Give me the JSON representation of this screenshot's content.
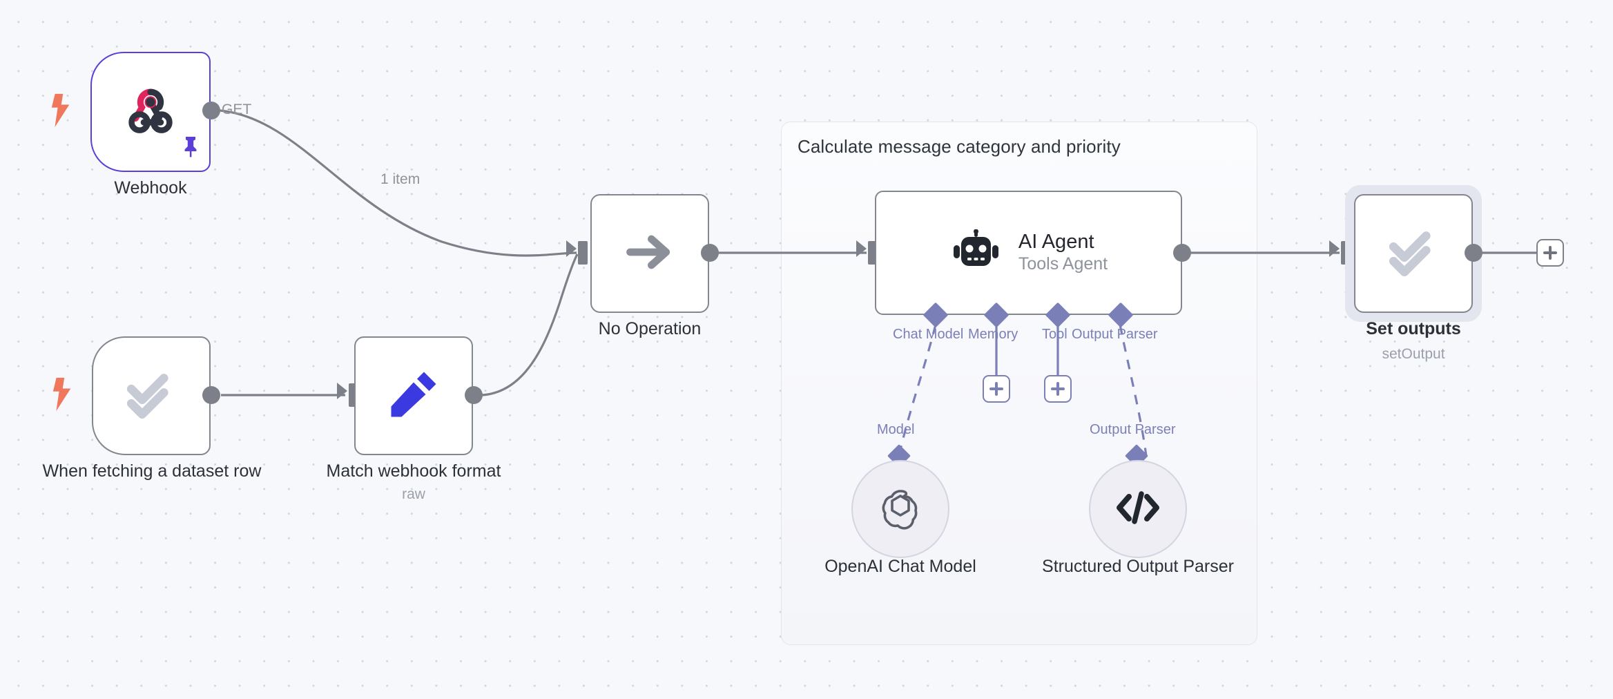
{
  "app": {
    "name": "n8n-workflow-canvas"
  },
  "canvas": {
    "background_color": "#f7f8fb",
    "grid_dot_color": "#d2d5de"
  },
  "colors": {
    "accent_purple": "#5b3fd6",
    "port_purple": "#7b7fb8",
    "node_border": "#83868e",
    "trigger_bolt": "#ef775c",
    "webhook_pink": "#e0245e",
    "webhook_dark": "#2f3440",
    "edit_blue": "#3a3ae0",
    "check_grey": "#c7cbd6",
    "selection_halo": "#e3e6ef"
  },
  "group": {
    "title": "Calculate message category and priority",
    "border_color": "#e3e5ed"
  },
  "nodes": [
    {
      "id": "webhook",
      "label": "Webhook",
      "sublabel": "",
      "icon": "webhook-icon",
      "is_trigger": true,
      "pinned": true,
      "selected_border": true
    },
    {
      "id": "when-fetching-dataset-row",
      "label": "When fetching a dataset row",
      "sublabel": "",
      "icon": "double-check-icon",
      "is_trigger": true,
      "pinned": false,
      "selected_border": false
    },
    {
      "id": "match-webhook-format",
      "label": "Match webhook format",
      "sublabel": "raw",
      "icon": "pencil-icon",
      "is_trigger": false,
      "pinned": false,
      "selected_border": false
    },
    {
      "id": "no-operation",
      "label": "No Operation",
      "sublabel": "",
      "icon": "arrow-right-icon",
      "is_trigger": false,
      "pinned": false,
      "selected_border": false
    },
    {
      "id": "ai-agent",
      "label": "AI Agent",
      "sublabel": "Tools Agent",
      "icon": "robot-icon",
      "is_trigger": false,
      "pinned": false,
      "selected_border": false
    },
    {
      "id": "set-outputs",
      "label": "Set outputs",
      "sublabel": "setOutput",
      "icon": "double-check-icon",
      "is_trigger": false,
      "pinned": false,
      "selected_border": false,
      "highlighted": true
    }
  ],
  "agent_ports": [
    {
      "id": "chat-model",
      "label": "Chat Model",
      "has_plus": false,
      "connected_to": "openai-chat-model"
    },
    {
      "id": "memory",
      "label": "Memory",
      "has_plus": true,
      "connected_to": null
    },
    {
      "id": "tool",
      "label": "Tool",
      "has_plus": true,
      "connected_to": null
    },
    {
      "id": "output-parser",
      "label": "Output Parser",
      "has_plus": false,
      "connected_to": "structured-output-parser"
    }
  ],
  "subnodes": [
    {
      "id": "openai-chat-model",
      "label": "OpenAI Chat Model",
      "port_label": "Model",
      "icon": "openai-logo-icon"
    },
    {
      "id": "structured-output-parser",
      "label": "Structured Output Parser",
      "port_label": "Output Parser",
      "icon": "code-brackets-icon"
    }
  ],
  "edge_labels": {
    "webhook_method": "GET",
    "item_count": "1 item"
  },
  "add_node_button": {
    "label": "+"
  }
}
